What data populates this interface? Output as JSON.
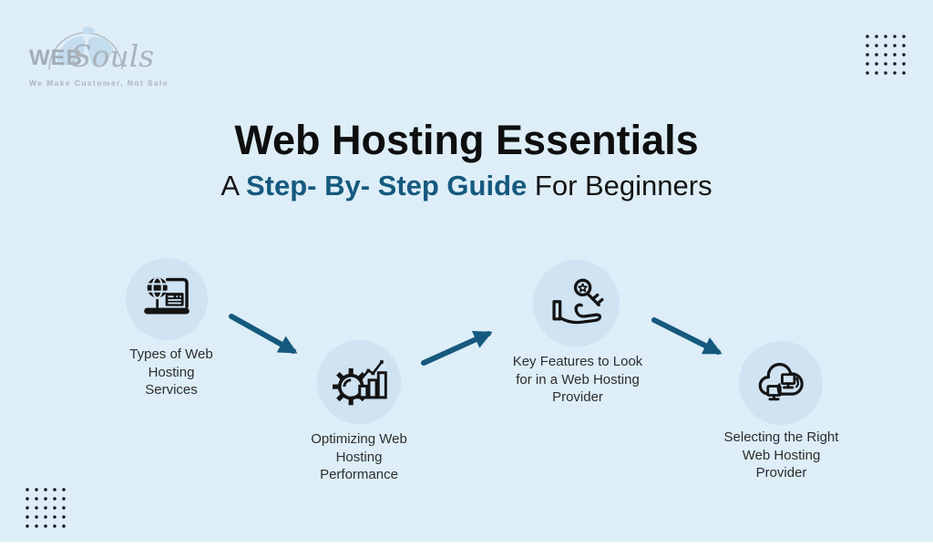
{
  "colors": {
    "background": "#ddeef8",
    "step_circle": "#cfe3f3",
    "accent_teal": "#15597e",
    "icon_black": "#141414",
    "label_gray": "#2d2d2d",
    "logo_gray": "#a3adb5"
  },
  "logo": {
    "brand_web": "WEB",
    "brand_souls": "Souls",
    "tagline": "We Make Customer, Not Sale"
  },
  "header": {
    "title": "Web Hosting Essentials",
    "subtitle_prefix": "A ",
    "subtitle_highlight": "Step- By- Step Guide",
    "subtitle_suffix": " For Beginners"
  },
  "steps": [
    {
      "icon": "laptop-globe-hosting-icon",
      "label": "Types of Web\nHosting\nServices"
    },
    {
      "icon": "gear-performance-chart-icon",
      "label": "Optimizing Web\nHosting\nPerformance"
    },
    {
      "icon": "hand-holding-key-icon",
      "label": "Key Features to Look\nfor in a Web Hosting\nProvider"
    },
    {
      "icon": "cloud-computers-sync-icon",
      "label": "Selecting the Right\nWeb Hosting\nProvider"
    }
  ]
}
